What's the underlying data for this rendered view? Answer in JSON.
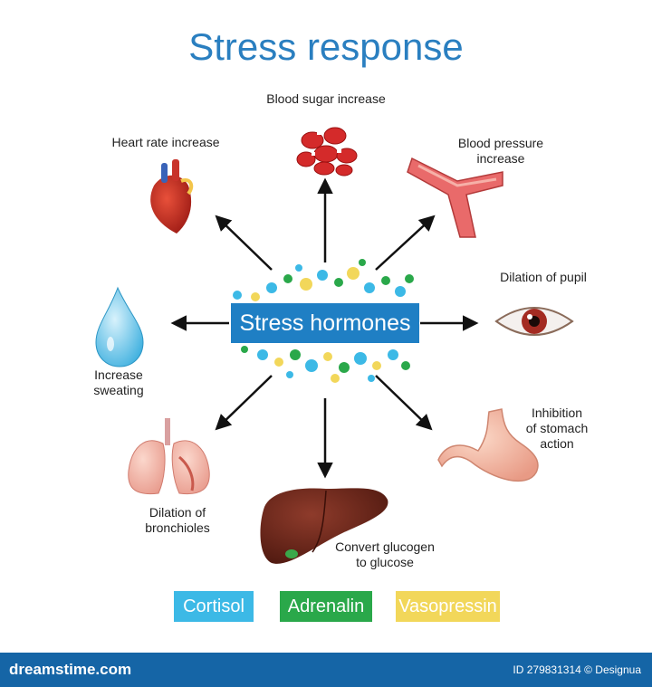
{
  "title": "Stress response",
  "center_label": "Stress hormones",
  "effects": {
    "blood_sugar": "Blood sugar increase",
    "heart_rate": "Heart rate increase",
    "blood_pressure": "Blood pressure\nincrease",
    "pupil": "Dilation of pupil",
    "sweating": "Increase\nsweating",
    "stomach": "Inhibition\nof stomach\naction",
    "bronchioles": "Dilation of\nbronchioles",
    "glucose": "Convert glucogen\nto glucose"
  },
  "legend": [
    {
      "label": "Cortisol",
      "color": "#3cb9e6"
    },
    {
      "label": "Adrenalin",
      "color": "#2aa84a"
    },
    {
      "label": "Vasopressin",
      "color": "#f2d75a"
    }
  ],
  "footer": {
    "brand": "dreamstime.com",
    "credit": "ID 279831314 © Designua"
  }
}
